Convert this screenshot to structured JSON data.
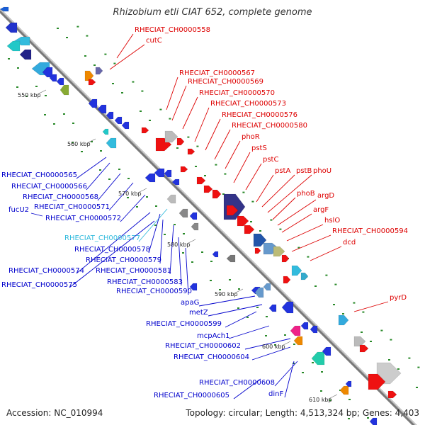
{
  "title": "Rhizobium etli CIAT 652, complete genome",
  "accession_label": "Accession: NC_010994",
  "summary_label": "Topology: circular; Length: 4,513,324 bp; Genes: 4,403",
  "ticks": [
    "550 kbp",
    "560 kbp",
    "570 kbp",
    "580 kbp",
    "590 kbp",
    "600 kbp",
    "610 kbp"
  ],
  "colors": {
    "forward": "#dd0000",
    "reverse": "#0000cc",
    "highlight": "#33bbdd",
    "backbone": "#888888"
  },
  "forward_labels": [
    "RHECIAT_CH0000558",
    "cutC",
    "RHECIAT_CH0000567",
    "RHECIAT_CH0000569",
    "RHECIAT_CH0000570",
    "RHECIAT_CH0000573",
    "RHECIAT_CH0000576",
    "RHECIAT_CH0000580",
    "phoR",
    "pstS",
    "pstC",
    "pstA",
    "pstB",
    "phoU",
    "phoB",
    "argD",
    "argF",
    "hslO",
    "RHECIAT_CH0000594",
    "dcd",
    "pyrD"
  ],
  "reverse_labels": [
    "RHECIAT_CH0000565",
    "RHECIAT_CH0000566",
    "RHECIAT_CH0000568",
    "RHECIAT_CH0000571",
    "fucU2",
    "RHECIAT_CH0000572",
    "RHECIAT_CH0000577",
    "RHECIAT_CH0000578",
    "RHECIAT_CH0000579",
    "RHECIAT_CH0000574",
    "RHECIAT_CH0000581",
    "RHECIAT_CH0000575",
    "RHECIAT_CH0000583",
    "RHECIAT_CH0000590",
    "apaG",
    "metZ",
    "RHECIAT_CH0000599",
    "mcpAch1",
    "RHECIAT_CH0000602",
    "RHECIAT_CH0000604",
    "RHECIAT_CH0000608",
    "dinF",
    "RHECIAT_CH0000605"
  ]
}
